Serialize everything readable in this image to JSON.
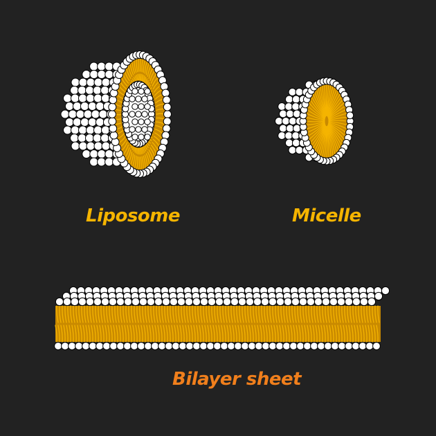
{
  "labels": {
    "liposome": "Liposome",
    "micelle": "Micelle",
    "bilayer": "Bilayer sheet"
  },
  "colors": {
    "background": "#222222",
    "head_fill": "#ffffff",
    "head_stroke": "#000000",
    "tail": "#f5b400",
    "tail_dark": "#c98a00",
    "label_liposome": "#f5b400",
    "label_micelle": "#f5b400",
    "label_bilayer": "#f07f1c"
  }
}
